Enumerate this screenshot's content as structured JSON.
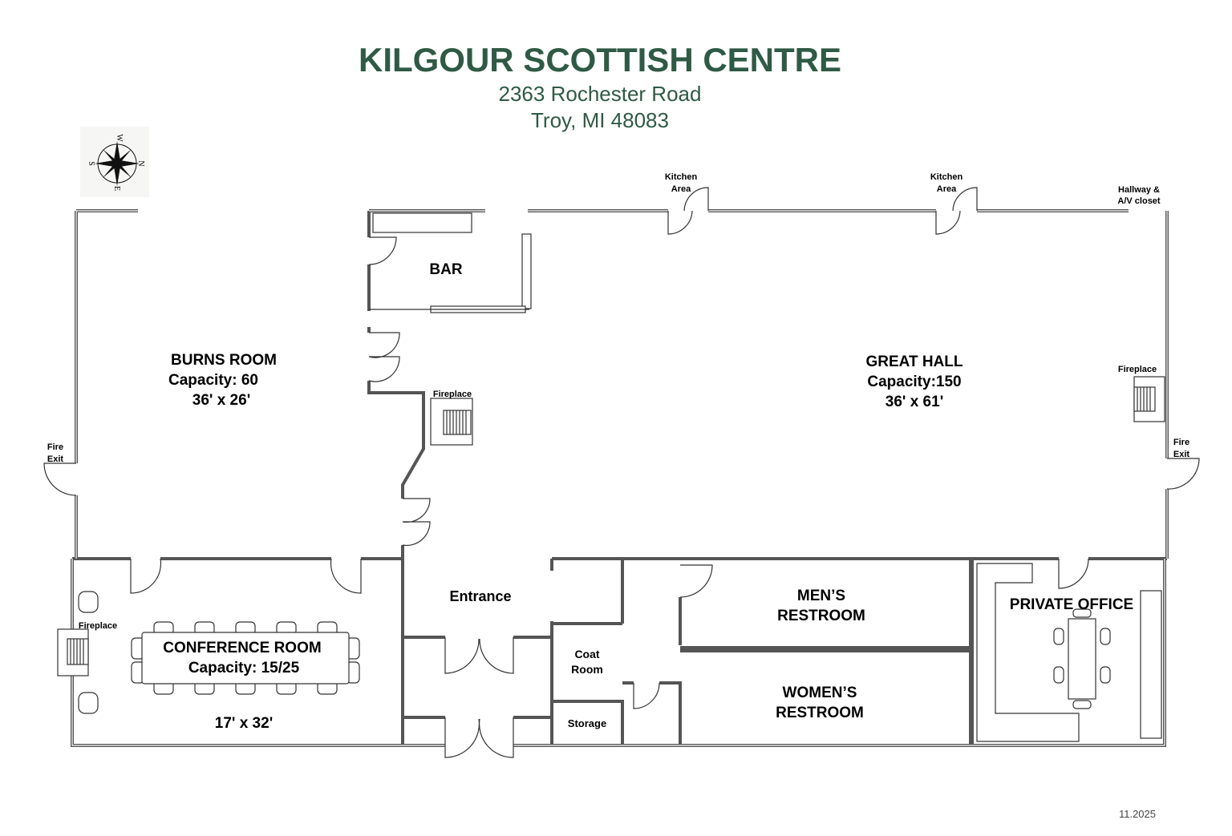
{
  "header": {
    "title": "KILGOUR SCOTTISH CENTRE",
    "address_line1": "2363 Rochester Road",
    "address_line2": "Troy, MI 48083"
  },
  "compass": {
    "n": "N",
    "s": "S",
    "e": "E",
    "w": "W"
  },
  "rooms": {
    "burns": {
      "name": "BURNS ROOM",
      "capacity": "Capacity: 60",
      "size": "36' x 26'"
    },
    "great_hall": {
      "name": "GREAT HALL",
      "capacity": "Capacity:150",
      "size": "36' x 61'"
    },
    "bar": {
      "name": "BAR"
    },
    "conference": {
      "name": "CONFERENCE ROOM",
      "capacity": "Capacity: 15/25",
      "size": "17' x 32'"
    },
    "entrance": {
      "name": "Entrance"
    },
    "coat": {
      "line1": "Coat",
      "line2": "Room"
    },
    "storage": {
      "name": "Storage"
    },
    "mens": {
      "line1": "MEN’S",
      "line2": "RESTROOM"
    },
    "womens": {
      "line1": "WOMEN’S",
      "line2": "RESTROOM"
    },
    "office": {
      "name": "PRIVATE OFFICE"
    }
  },
  "labels": {
    "kitchen1": {
      "line1": "Kitchen",
      "line2": "Area"
    },
    "kitchen2": {
      "line1": "Kitchen",
      "line2": "Area"
    },
    "hallway": {
      "line1": "Hallway &",
      "line2": "A/V closet"
    },
    "fire_exit_left": {
      "line1": "Fire",
      "line2": "Exit"
    },
    "fire_exit_right": {
      "line1": "Fire",
      "line2": "Exit"
    },
    "fireplace_center": "Fireplace",
    "fireplace_right": "Fireplace",
    "fireplace_conf": "Fireplace"
  },
  "footer": {
    "date": "11.2025"
  }
}
